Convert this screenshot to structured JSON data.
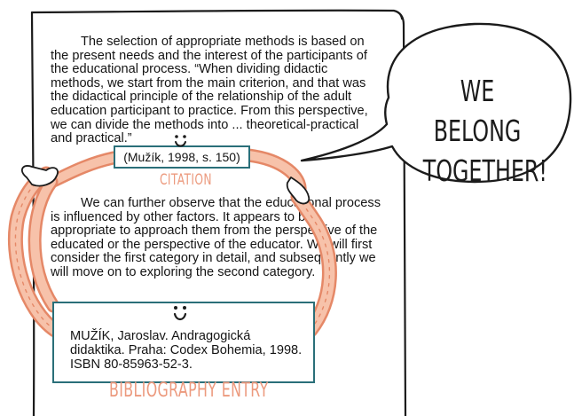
{
  "paragraph_1": "The selection of appropriate methods is based on the present needs and the interest of the participants of the educational process. “When dividing didactic methods, we start from the main criterion, and that was the didactical principle of the relationship of the adult education participant to practice. From this perspective, we can divide the methods into ... theoretical-practical and practical.”",
  "paragraph_2": "We can further observe that the educational process is influenced by other factors. It appears to be appropriate to approach them from the perspective of the educated or the perspective of the educator. We will first consider the first category in detail, and subsequently we will move on to exploring the second category.",
  "citation": {
    "text": "(Mužík, 1998, s. 150)",
    "label": "CITATION"
  },
  "bibliography": {
    "text": "MUŽÍK, Jaroslav. Andragogická didaktika. Praha: Codex Bohemia, 1998. ISBN 80-85963-52-3.",
    "label": "BIBLIOGRAPHY ENTRY"
  },
  "speech_bubble": {
    "line_1": "WE BELONG",
    "line_2": "TOGETHER!"
  },
  "colors": {
    "box_border": "#2a6f79",
    "label": "#ec9a7e",
    "arm_fill": "#f7c2aa",
    "arm_stroke": "#e58867",
    "ink": "#1b1b1b"
  }
}
